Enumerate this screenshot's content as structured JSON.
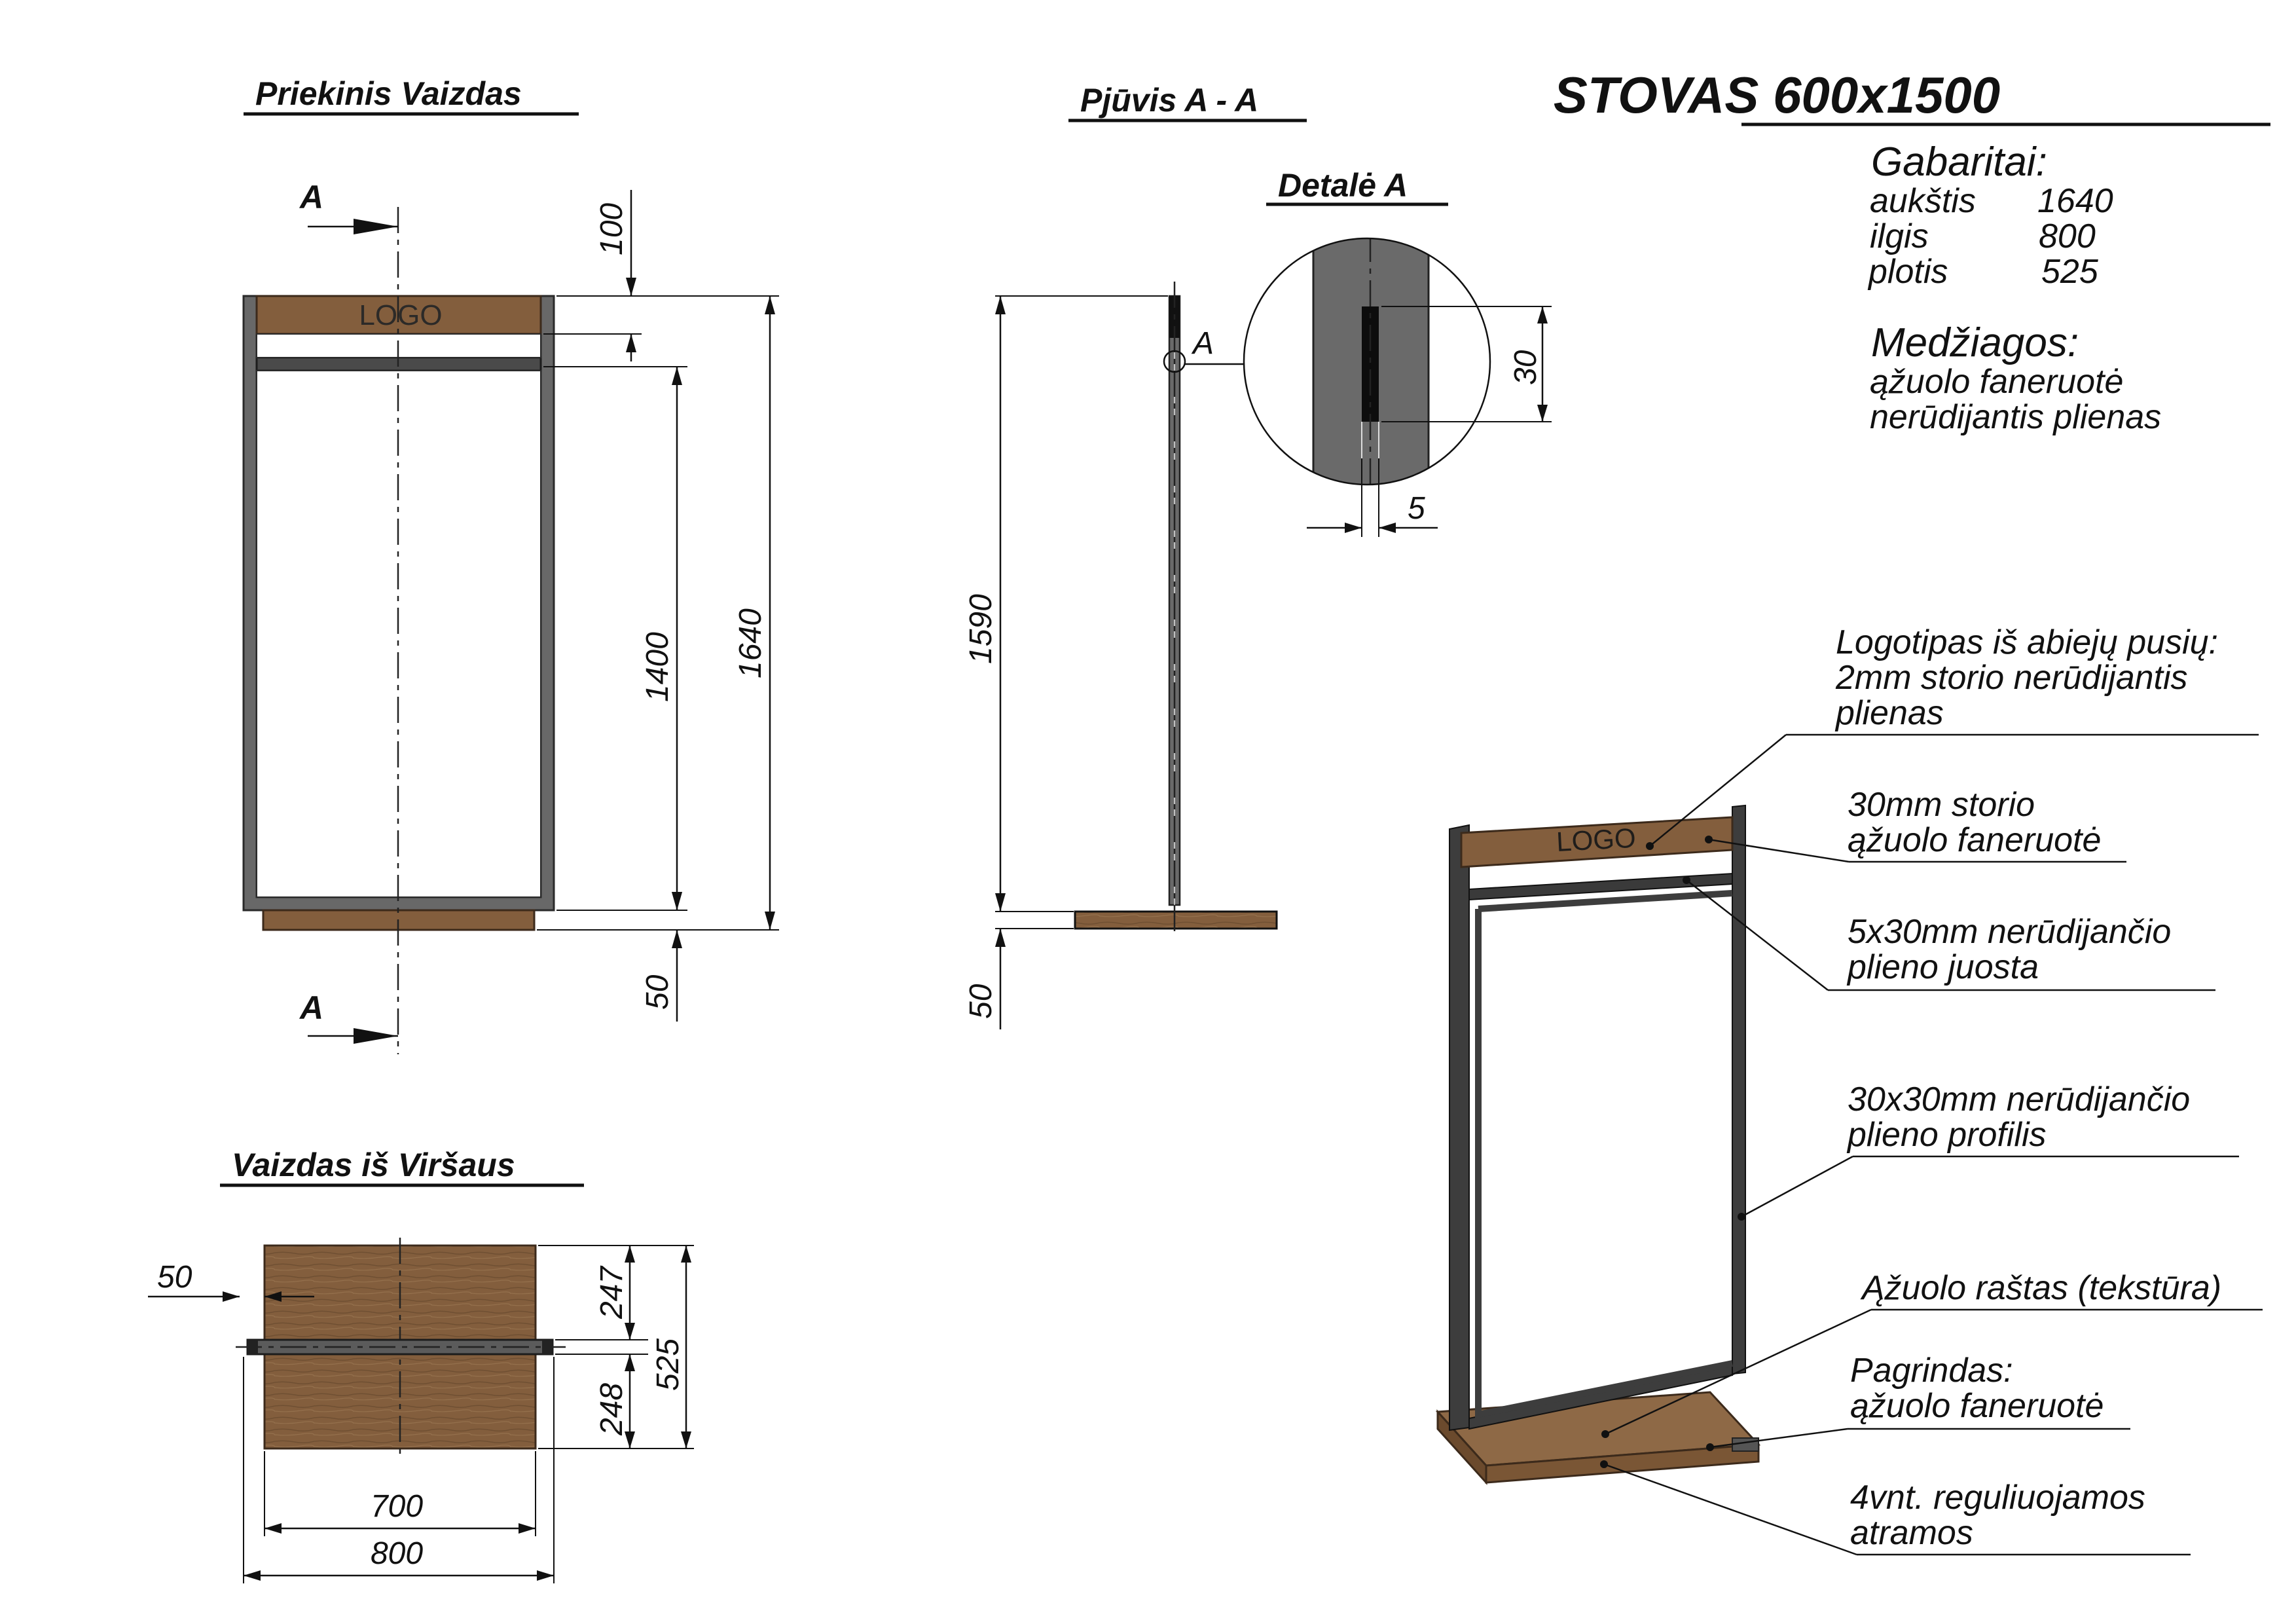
{
  "title": "STOVAS 600x1500",
  "views": {
    "front": "Priekinis Vaizdas",
    "section": "Pjūvis A - A",
    "detail": "Detalė A",
    "top": "Vaizdas iš Viršaus"
  },
  "section_marker": "A",
  "logo_text": "LOGO",
  "specs": {
    "heading": "Gabaritai:",
    "rows": [
      {
        "label": "aukštis",
        "value": "1640"
      },
      {
        "label": "ilgis",
        "value": "800"
      },
      {
        "label": "plotis",
        "value": "525"
      }
    ]
  },
  "materials": {
    "heading": "Medžiagos:",
    "items": [
      "ąžuolo faneruotė",
      "nerūdijantis plienas"
    ]
  },
  "dimensions": {
    "front": {
      "top_gap": "100",
      "inner_height": "1400",
      "total_height": "1640",
      "base": "50"
    },
    "section": {
      "height": "1590",
      "base": "50"
    },
    "detail": {
      "slot_height": "30",
      "slot_width": "5"
    },
    "top": {
      "offset": "50",
      "half_a": "247",
      "half_b": "248",
      "depth": "525",
      "inner_width": "700",
      "total_width": "800"
    }
  },
  "callouts": [
    {
      "line1": "Logotipas iš abiejų pusių:",
      "line2": "2mm storio nerūdijantis",
      "line3": "plienas"
    },
    {
      "line1": "30mm storio",
      "line2": "ąžuolo faneruotė"
    },
    {
      "line1": "5x30mm nerūdijančio",
      "line2": "plieno juosta"
    },
    {
      "line1": "30x30mm nerūdijančio",
      "line2": "plieno profilis"
    },
    {
      "line1": "Ąžuolo raštas (tekstūra)"
    },
    {
      "line1": "Pagrindas:",
      "line2": "ąžuolo faneruotė"
    },
    {
      "line1": "4vnt. reguliuojamos",
      "line2": "atramos"
    }
  ],
  "colors": {
    "wood": "#835e3d",
    "steel": "#4a4a4a",
    "frame_fill": "#686868",
    "ink": "#111111"
  }
}
